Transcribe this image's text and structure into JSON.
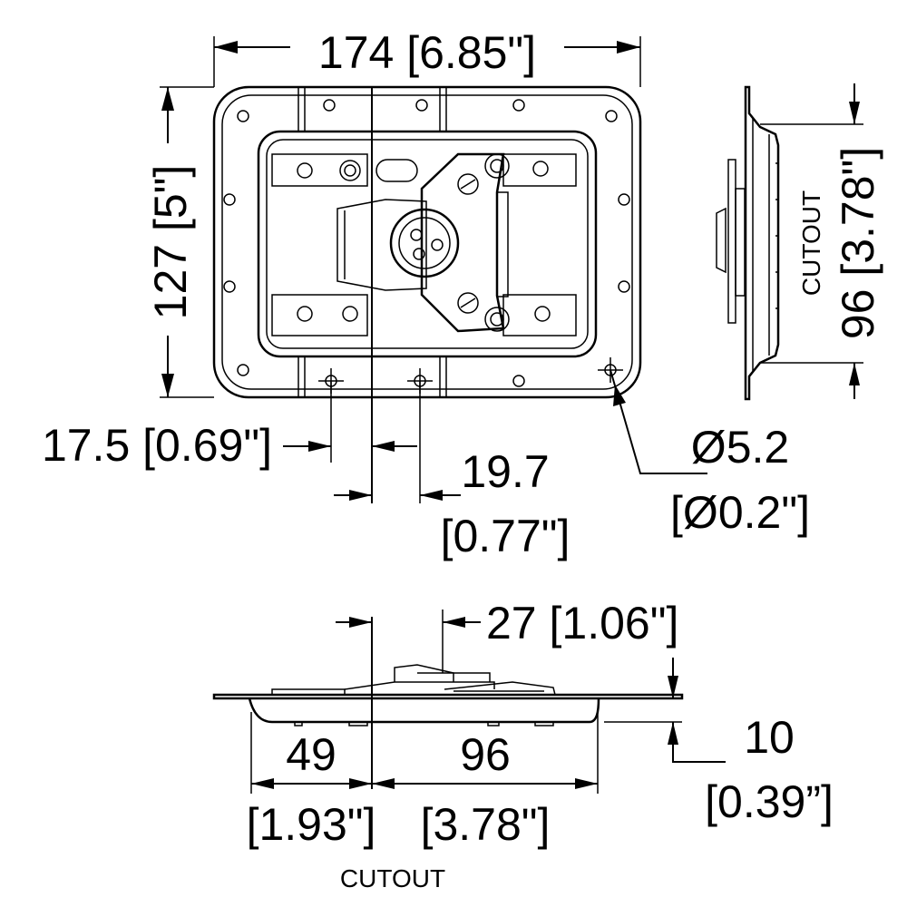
{
  "drawing": {
    "top_view": {
      "width_label": "174 [6.85\"]",
      "height_label": "127 [5\"]",
      "offset_left_label": "17.5 [0.69\"]",
      "offset_right_line1": "19.7",
      "offset_right_line2": "[0.77\"]",
      "hole_line1": "Ø5.2",
      "hole_line2": "[Ø0.2\"]"
    },
    "side_view": {
      "cutout_height_label": "96 [3.78\"]",
      "cutout_label": "CUTOUT"
    },
    "bottom_view": {
      "offset_label": "27 [1.06\"]",
      "left_line1": "49",
      "left_line2": "[1.93\"]",
      "right_line1": "96",
      "right_line2": "[3.78\"]",
      "depth_line1": "10",
      "depth_line2": "[0.39”]",
      "cutout_label": "CUTOUT"
    }
  }
}
